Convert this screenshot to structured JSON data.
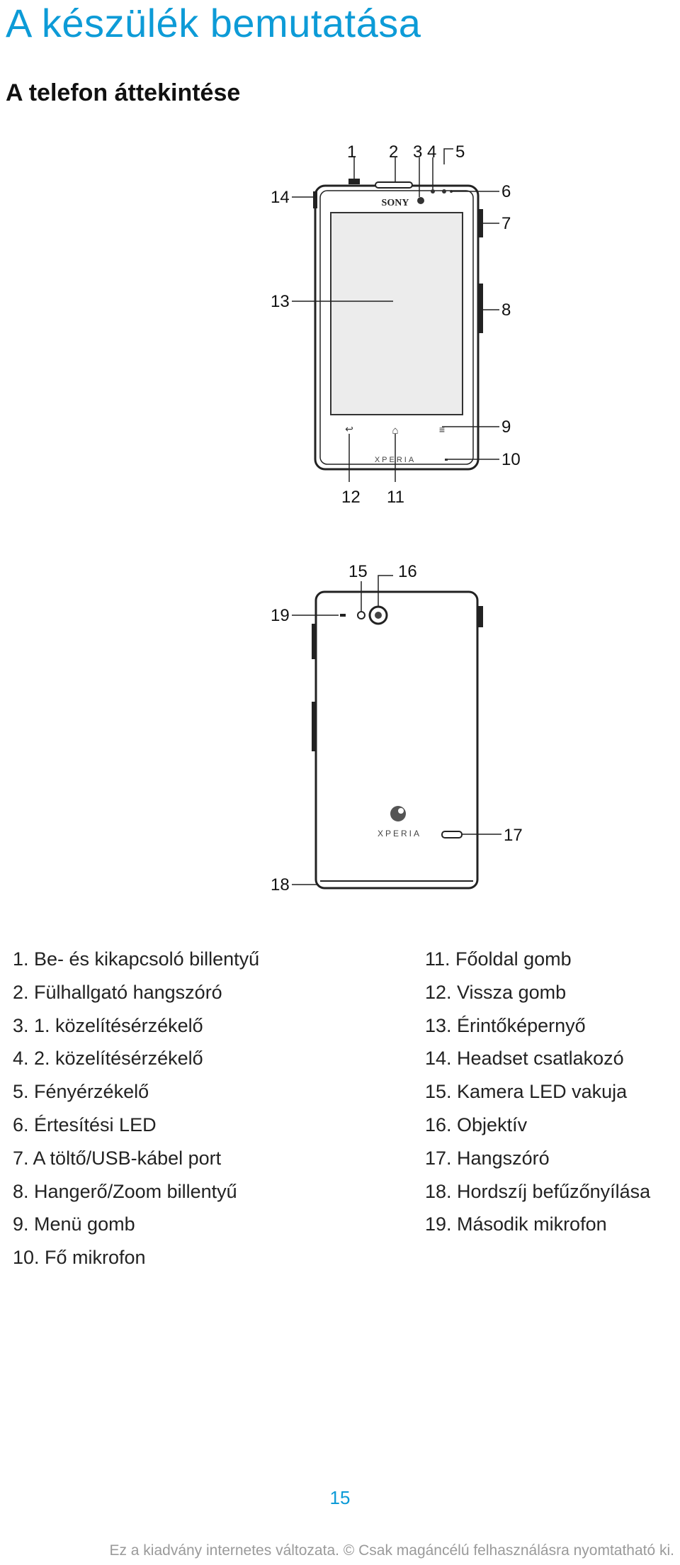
{
  "page": {
    "title": "A készülék bemutatása",
    "subtitle": "A telefon áttekintése",
    "page_number": "15",
    "footer": "Ez a kiadvány internetes változata. © Csak magáncélú felhasználásra nyomtatható ki."
  },
  "front_figure": {
    "brand": "SONY",
    "model": "XPERIA",
    "callouts": [
      "1",
      "2",
      "3",
      "4",
      "5",
      "6",
      "7",
      "8",
      "9",
      "10",
      "11",
      "12",
      "13",
      "14"
    ]
  },
  "back_figure": {
    "model": "XPERIA",
    "callouts": [
      "15",
      "16",
      "17",
      "18",
      "19"
    ]
  },
  "legend_left": [
    "1. Be- és kikapcsoló billentyű",
    "2. Fülhallgató hangszóró",
    "3. 1. közelítésérzékelő",
    "4. 2. közelítésérzékelő",
    "5. Fényérzékelő",
    "6. Értesítési LED",
    "7. A töltő/USB-kábel port",
    "8. Hangerő/Zoom billentyű",
    "9. Menü gomb",
    "10. Fő mikrofon"
  ],
  "legend_right": [
    "11. Főoldal gomb",
    "12. Vissza gomb",
    "13. Érintőképernyő",
    "14. Headset csatlakozó",
    "15. Kamera LED vakuja",
    "16. Objektív",
    "17. Hangszóró",
    "18. Hordszíj befűzőnyílása",
    "19. Második mikrofon"
  ]
}
